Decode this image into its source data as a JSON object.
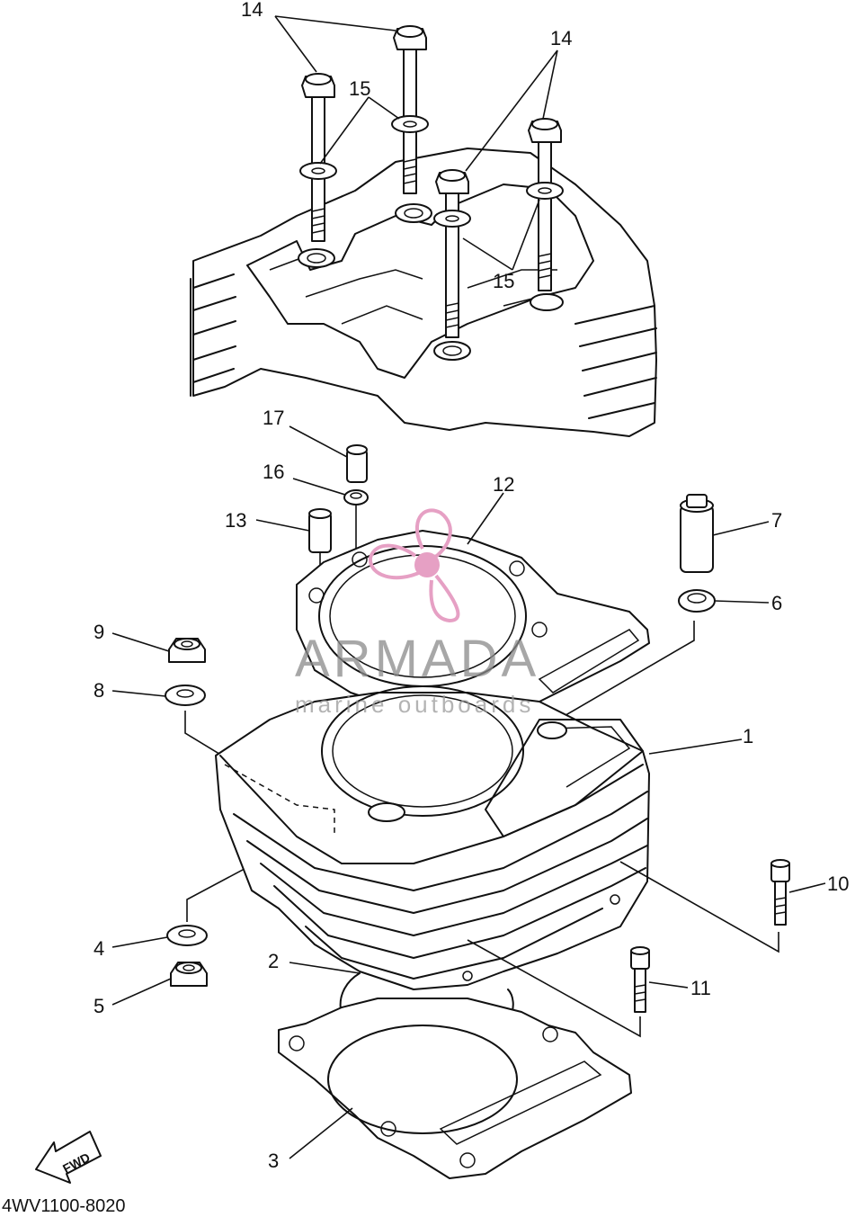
{
  "diagram": {
    "part_code": "4WV1100-8020",
    "direction_label": "FWD",
    "callouts": [
      {
        "id": "c14a",
        "label": "14"
      },
      {
        "id": "c14b",
        "label": "14"
      },
      {
        "id": "c15a",
        "label": "15"
      },
      {
        "id": "c15b",
        "label": "15"
      },
      {
        "id": "c17",
        "label": "17"
      },
      {
        "id": "c16",
        "label": "16"
      },
      {
        "id": "c12",
        "label": "12"
      },
      {
        "id": "c13",
        "label": "13"
      },
      {
        "id": "c7",
        "label": "7"
      },
      {
        "id": "c6",
        "label": "6"
      },
      {
        "id": "c9",
        "label": "9"
      },
      {
        "id": "c8",
        "label": "8"
      },
      {
        "id": "c1",
        "label": "1"
      },
      {
        "id": "c10",
        "label": "10"
      },
      {
        "id": "c4",
        "label": "4"
      },
      {
        "id": "c2",
        "label": "2"
      },
      {
        "id": "c11",
        "label": "11"
      },
      {
        "id": "c5",
        "label": "5"
      },
      {
        "id": "c3",
        "label": "3"
      }
    ]
  },
  "watermark": {
    "brand": "ARMADA",
    "tagline": "marine outboards",
    "color": "#e6a0c4"
  }
}
